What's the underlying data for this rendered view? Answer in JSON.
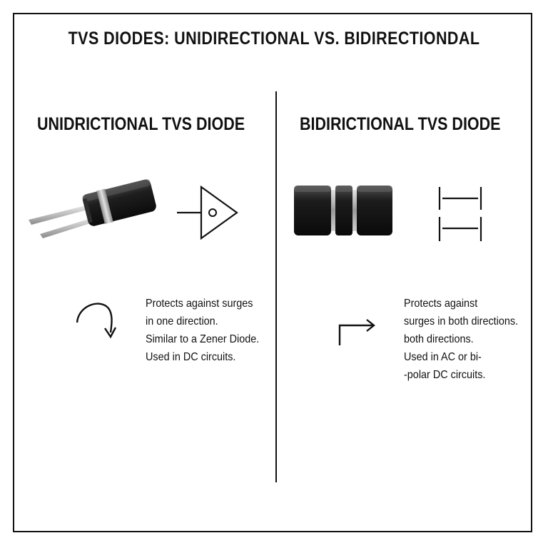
{
  "title": "TVS DIODES: UNIDIRECTIONAL VS. BIDIRECTIONDAL",
  "left": {
    "heading": "UNIDRICTIONAL TVS DIODE",
    "lines": [
      "Protects against surges",
      "in one direction.",
      "Similar to a Zener Diode.",
      "Used in DC circuits."
    ],
    "component_icon": "axial-tvs-diode-photo",
    "symbol_icon": "unidirectional-diode-symbol",
    "flow_icon": "curved-arrow-icon"
  },
  "right": {
    "heading": "BIDIRICTIONAL TVS DIODE",
    "lines": [
      "Protects against",
      "surges in both directions.",
      "both directions.",
      "Used in AC or bi-",
      "-polar DC circuits."
    ],
    "component_icon": "smd-bidirectional-tvs-photo",
    "symbol_icon": "bidirectional-diode-symbol",
    "flow_icon": "corner-arrow-icon"
  },
  "colors": {
    "ink": "#111111",
    "body": "#1b1b1b",
    "band": "#b8b8b8",
    "lead": "#c9c9c9"
  }
}
